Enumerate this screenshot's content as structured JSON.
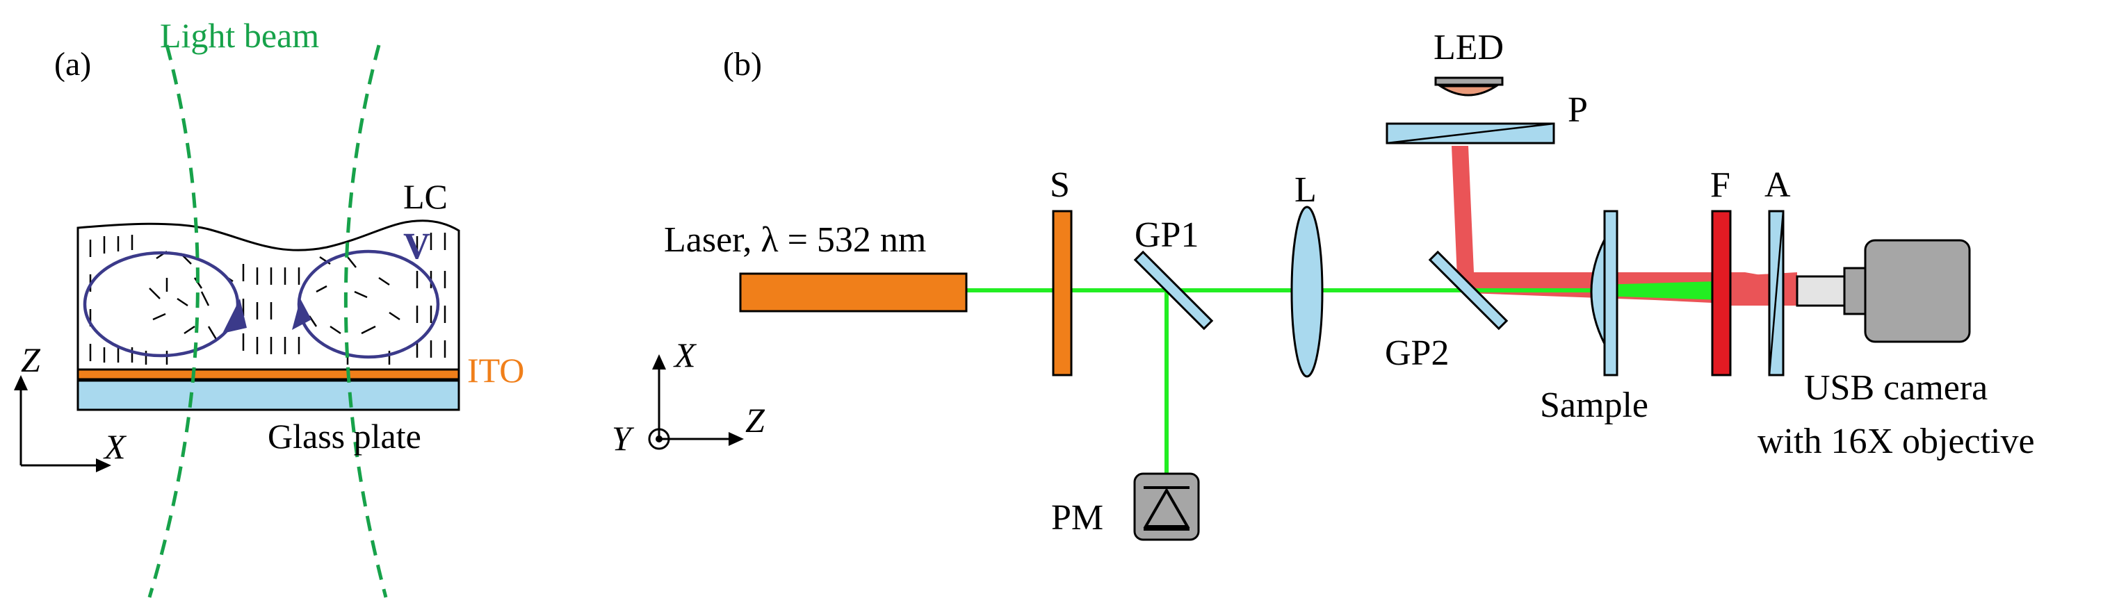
{
  "panel_a": {
    "label": "(a)",
    "light_beam": "Light beam",
    "lc": "LC",
    "v": "V",
    "ito": "ITO",
    "glass_plate": "Glass plate",
    "axis_z": "Z",
    "axis_x": "X"
  },
  "panel_b": {
    "label": "(b)",
    "laser": "Laser, λ = 532 nm",
    "s": "S",
    "gp1": "GP1",
    "l": "L",
    "led": "LED",
    "p": "P",
    "gp2": "GP2",
    "sample": "Sample",
    "f": "F",
    "a": "A",
    "camera_line1": "USB camera",
    "camera_line2": "with 16X objective",
    "pm": "PM",
    "axis_x": "X",
    "axis_y": "Y",
    "axis_z": "Z"
  },
  "colors": {
    "beam_green": "#22ee22",
    "dashed_green": "#17a24a",
    "led_red": "#ea5457",
    "orange": "#f07f1a",
    "light_blue": "#a9d9ee",
    "filter_red": "#e21b23",
    "purple": "#3b3a8a",
    "gray": "#a6a6a6"
  }
}
